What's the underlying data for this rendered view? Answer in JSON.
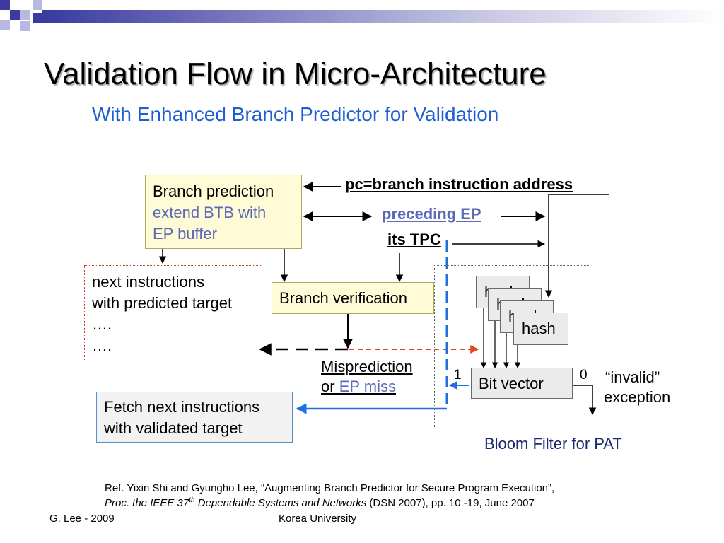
{
  "slide": {
    "title": "Validation Flow in Micro-Architecture",
    "subtitle": "With Enhanced Branch Predictor for Validation"
  },
  "diagram": {
    "branch_prediction": {
      "line1": "Branch prediction",
      "line2": "extend BTB with",
      "line3": "EP buffer"
    },
    "next_instructions": {
      "line1": "next instructions",
      "line2": "with predicted target",
      "line3": "….",
      "line4": "…."
    },
    "branch_verification": "Branch verification",
    "fetch_next": {
      "line1": "Fetch next instructions",
      "line2": "with validated target"
    },
    "pc_label": "pc=branch instruction address",
    "preceding_ep": "preceding EP",
    "its_tpc": "its TPC",
    "misprediction": {
      "line1": "Misprediction",
      "line2_prefix": "or ",
      "line2_link": "EP miss"
    },
    "hash_boxes": [
      "hash",
      "hash",
      "hash",
      "hash"
    ],
    "bit_vector": "Bit vector",
    "bit_one": "1",
    "bit_zero": "0",
    "invalid": {
      "line1": "“invalid”",
      "line2": "exception"
    },
    "bloom_filter": "Bloom Filter for PAT"
  },
  "reference": {
    "line1": "Ref. Yixin Shi and Gyungho Lee, “Augmenting Branch Predictor for Secure Program Execution”,",
    "line2_italic": "Proc. the IEEE 37",
    "line2_sup": "th",
    "line2_italic2": " Dependable Systems and Networks",
    "line2_rest": " (DSN 2007), pp. 10 -19, June 2007"
  },
  "footer": {
    "left": "G. Lee - 2009",
    "center": "Korea University"
  },
  "colors": {
    "title_blue": "#1f5fd0",
    "link_blue": "#4a5ab0",
    "flow_blue": "#1f6fe0",
    "flow_red": "#e04a1a"
  }
}
